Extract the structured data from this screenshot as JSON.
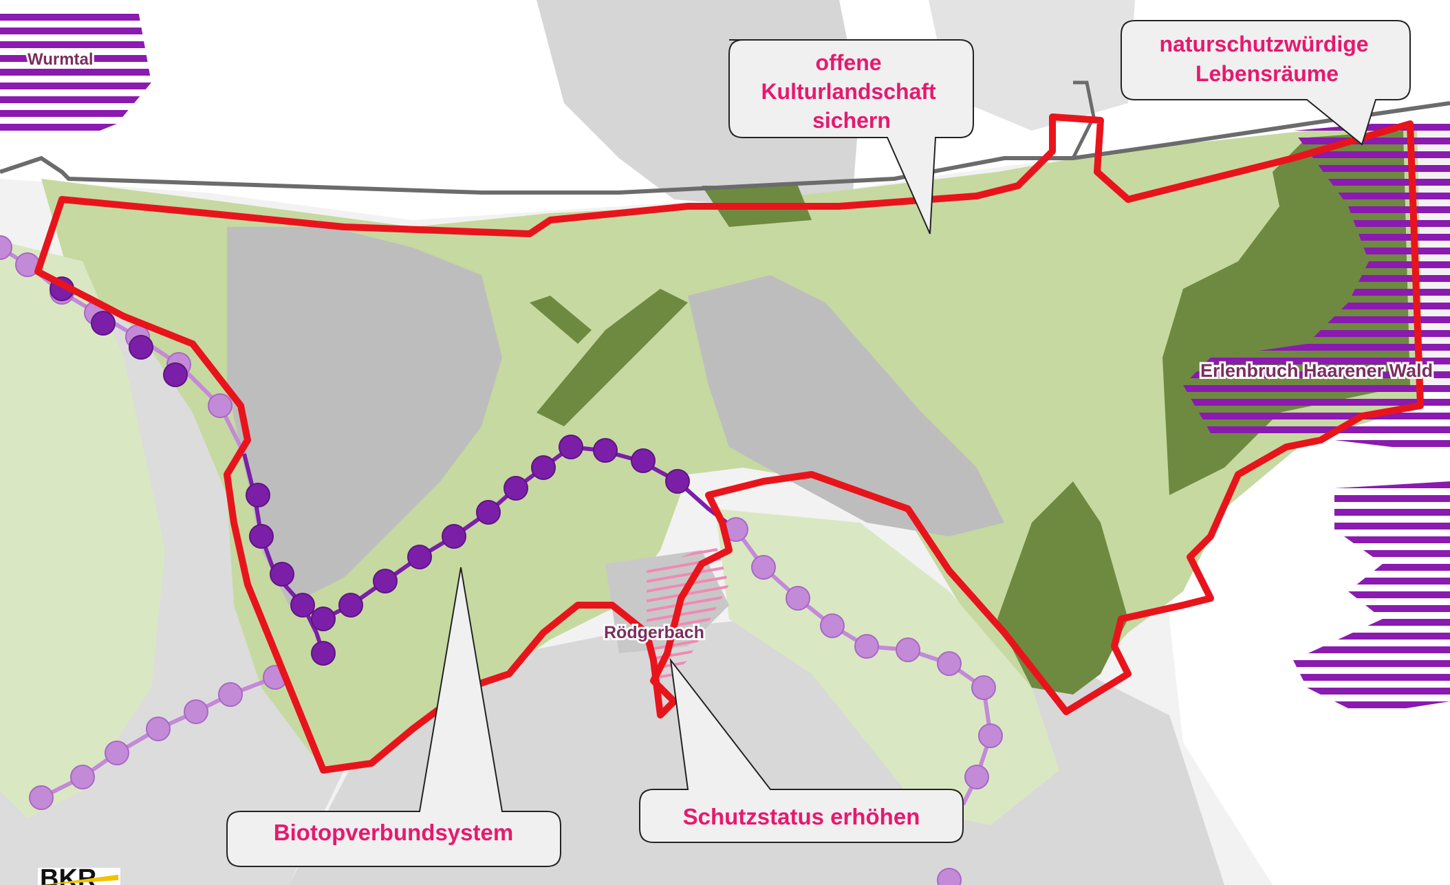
{
  "map": {
    "place_labels": {
      "wurmtal": "Wurmtal",
      "erlenbruch": "Erlenbruch Haarener Wald",
      "roedgerbach": "Rödgerbach"
    },
    "callouts": {
      "kulturlandschaft": [
        "offene",
        "Kulturlandschaft",
        "sichern"
      ],
      "lebensraeume": [
        "naturschutzwürdige",
        "Lebensräume"
      ],
      "biotopverbund": [
        "Biotopverbundsystem"
      ],
      "schutzstatus": [
        "Schutzstatus erhöhen"
      ]
    },
    "logo": "BKR",
    "colors": {
      "boundary": "#e8141c",
      "callout_text": "#e6196e",
      "light_green": "#c6d9a1",
      "dark_green": "#6e8a40",
      "urban_gray": "#bdbdbd",
      "biotop_dark": "#7b1fa8",
      "biotop_light": "#c38ad8",
      "hatch_purple": "#8a1ab0"
    }
  }
}
